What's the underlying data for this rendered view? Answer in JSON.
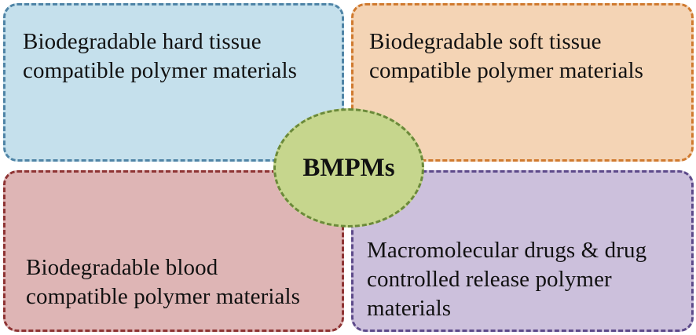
{
  "center": {
    "label": "BMPMs",
    "fill": "#c6d68d",
    "border": "#6b8a3a"
  },
  "quadrants": [
    {
      "key": "top-left",
      "lines": [
        "Biodegradable hard tissue",
        "compatible polymer materials"
      ],
      "fill": "#c5e0ec",
      "border": "#4f84a6"
    },
    {
      "key": "top-right",
      "lines": [
        "Biodegradable soft tissue",
        "compatible polymer materials"
      ],
      "fill": "#f4d4b5",
      "border": "#d07a2f"
    },
    {
      "key": "bottom-left",
      "lines": [
        "Biodegradable blood",
        "compatible polymer materials"
      ],
      "fill": "#deb5b5",
      "border": "#8e3434"
    },
    {
      "key": "bottom-right",
      "lines": [
        "Macromolecular drugs & drug",
        "controlled release polymer",
        "materials"
      ],
      "fill": "#ccc0dc",
      "border": "#5d4a8a"
    }
  ]
}
